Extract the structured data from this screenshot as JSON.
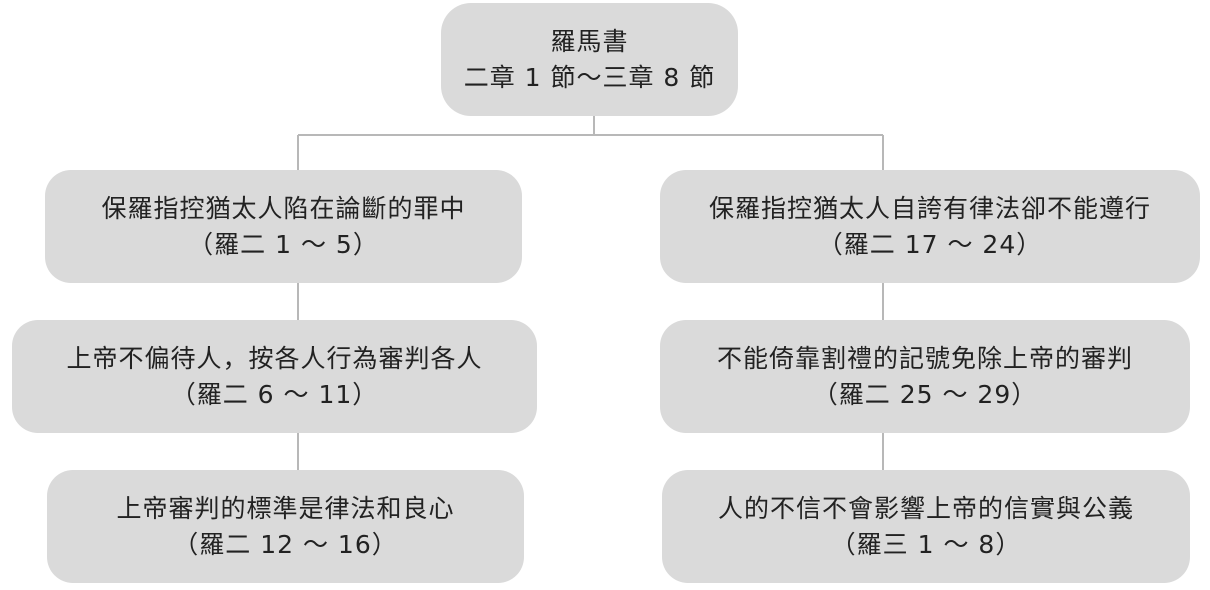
{
  "diagram": {
    "root": {
      "title": "羅馬書",
      "range": "二章 1 節～三章 8 節"
    },
    "left": [
      {
        "text": "保羅指控猶太人陷在論斷的罪中",
        "ref": "（羅二 1 ～ 5）"
      },
      {
        "text": "上帝不偏待人，按各人行為審判各人",
        "ref": "（羅二 6 ～ 11）"
      },
      {
        "text": "上帝審判的標準是律法和良心",
        "ref": "（羅二 12 ～ 16）"
      }
    ],
    "right": [
      {
        "text": "保羅指控猶太人自誇有律法卻不能遵行",
        "ref": "（羅二 17 ～ 24）"
      },
      {
        "text": "不能倚靠割禮的記號免除上帝的審判",
        "ref": "（羅二 25 ～ 29）"
      },
      {
        "text": "人的不信不會影響上帝的信實與公義",
        "ref": "（羅三 1 ～ 8）"
      }
    ]
  },
  "colors": {
    "node_fill": "#dadada",
    "connector": "#b8b8b8",
    "text": "#222222"
  }
}
